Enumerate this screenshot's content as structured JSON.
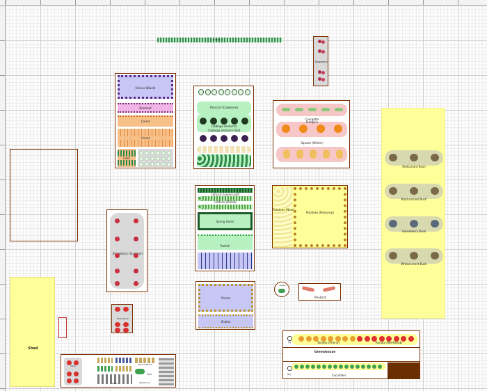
{
  "labels": {
    "onions_black": "Onions (Black)",
    "beetroot": "Beetroot",
    "carrot_top": "Carrot",
    "carrot": "Carrot",
    "leek": "Leek",
    "broccoli": "Broccoli (Calabrese)",
    "cabbage1": "Cabbage (Autumn)",
    "cabbage2": "Cabbage (Autumn Red)",
    "courgette": "Courgette",
    "pumpkin": "Pumpkin",
    "squash": "Squash (Winter)",
    "raspberry": "Raspberry",
    "strawberry": "Strawberry (Summer)",
    "lettuce1": "Lettuce (Loose Leaf)",
    "lettuce2": "Lettuce (Mixed)",
    "spring_onion": "Spring Onion",
    "radish": "Radish",
    "potato_new": "Potatoes (New)",
    "potato_main": "Potatoes (Maincrop)",
    "redcurrant": "Redcurrant Bush",
    "blackcurrant": "Blackcurrant Bush",
    "gooseberry": "Gooseberry Bush",
    "whitecurrant": "Whitecurrant Bush",
    "rhubarb": "Rhubarb",
    "shallot": "Shallot",
    "onions2": "Onions",
    "shed": "Shed",
    "greenhouse": "Greenhouse",
    "tomato1": "Tomato (Cherry)",
    "tomato2": "Tomato (Beefsteak)",
    "cucumber": "Cucumber",
    "fig": "Fig",
    "bay": "Bay",
    "chilli": "Chilli",
    "strawberry2": "Strawberry",
    "french_bean": "French Beans",
    "herbs": "Herbs",
    "sweetcorn": "Sweetcorn",
    "basil": "Basil",
    "mint": "Mint",
    "hedge": "Hedge"
  },
  "colors": {
    "bed_border": "#7a2e00",
    "shed_fill": "#ffff99",
    "fruit_fill": "#ffff99",
    "onion_fill": "#c7c7f5",
    "beet_fill": "#f0b4e6",
    "carrot_fill": "#f7c089",
    "cabbage_fill": "#b7f0c1",
    "squash_fill": "#f7c7c7",
    "strawberry_fill": "#d9d9d9",
    "lettuce_fill": "#b7f0c1",
    "greenhouse_border": "#7a2e00"
  },
  "icons": {
    "onion": "onion-icon",
    "beet": "beetroot-icon",
    "carrot": "carrot-icon",
    "leek": "leek-icon",
    "broccoli": "broccoli-icon",
    "cabbage": "cabbage-icon",
    "courgette": "courgette-icon",
    "pumpkin": "pumpkin-icon",
    "squash": "squash-icon",
    "raspberry": "raspberry-icon",
    "strawberry": "strawberry-icon",
    "lettuce": "lettuce-icon",
    "potato": "potato-icon",
    "currant": "currant-bush-icon",
    "tomato": "tomato-icon",
    "rhubarb": "rhubarb-icon"
  }
}
